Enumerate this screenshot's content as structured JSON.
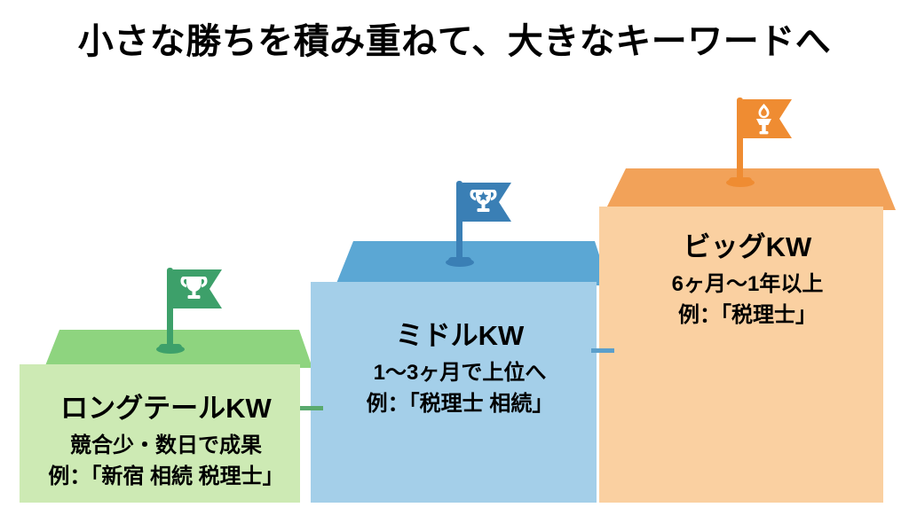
{
  "page": {
    "title": "小さな勝ちを積み重ねて、大きなキーワードへ",
    "background_color": "#ffffff"
  },
  "colors": {
    "green_top": "#8ed47f",
    "green_front": "#cdeab4",
    "green_flag": "#3da06a",
    "blue_top": "#5ba7d4",
    "blue_front": "#a4cfe9",
    "blue_flag": "#3a7fb5",
    "orange_top": "#f2a259",
    "orange_front": "#fad0a1",
    "orange_flag": "#ef8c32",
    "text": "#000000"
  },
  "steps": [
    {
      "id": "long-tail",
      "title": "ロングテールKW",
      "subtitle": "競合少・数日で成果",
      "example": "例：「新宿 相続 税理士」",
      "flag_icon": "trophy-icon",
      "color": "#cdeab4"
    },
    {
      "id": "middle",
      "title": "ミドルKW",
      "subtitle": "1〜3ヶ月で上位へ",
      "example": "例：「税理士 相続」",
      "flag_icon": "trophy-star-icon",
      "color": "#a4cfe9"
    },
    {
      "id": "big",
      "title": "ビッグKW",
      "subtitle": "6ヶ月〜1年以上",
      "example": "例：「税理士」",
      "flag_icon": "torch-icon",
      "color": "#fad0a1"
    }
  ],
  "chart_data": {
    "type": "bar",
    "title": "小さな勝ちを積み重ねて、大きなキーワードへ",
    "xlabel": "",
    "ylabel": "",
    "categories": [
      "ロングテールKW",
      "ミドルKW",
      "ビッグKW"
    ],
    "values": [
      1,
      2,
      3
    ],
    "annotations": [
      "競合少・数日で成果",
      "1〜3ヶ月で上位へ",
      "6ヶ月〜1年以上"
    ],
    "grid": false,
    "legend": "none"
  }
}
